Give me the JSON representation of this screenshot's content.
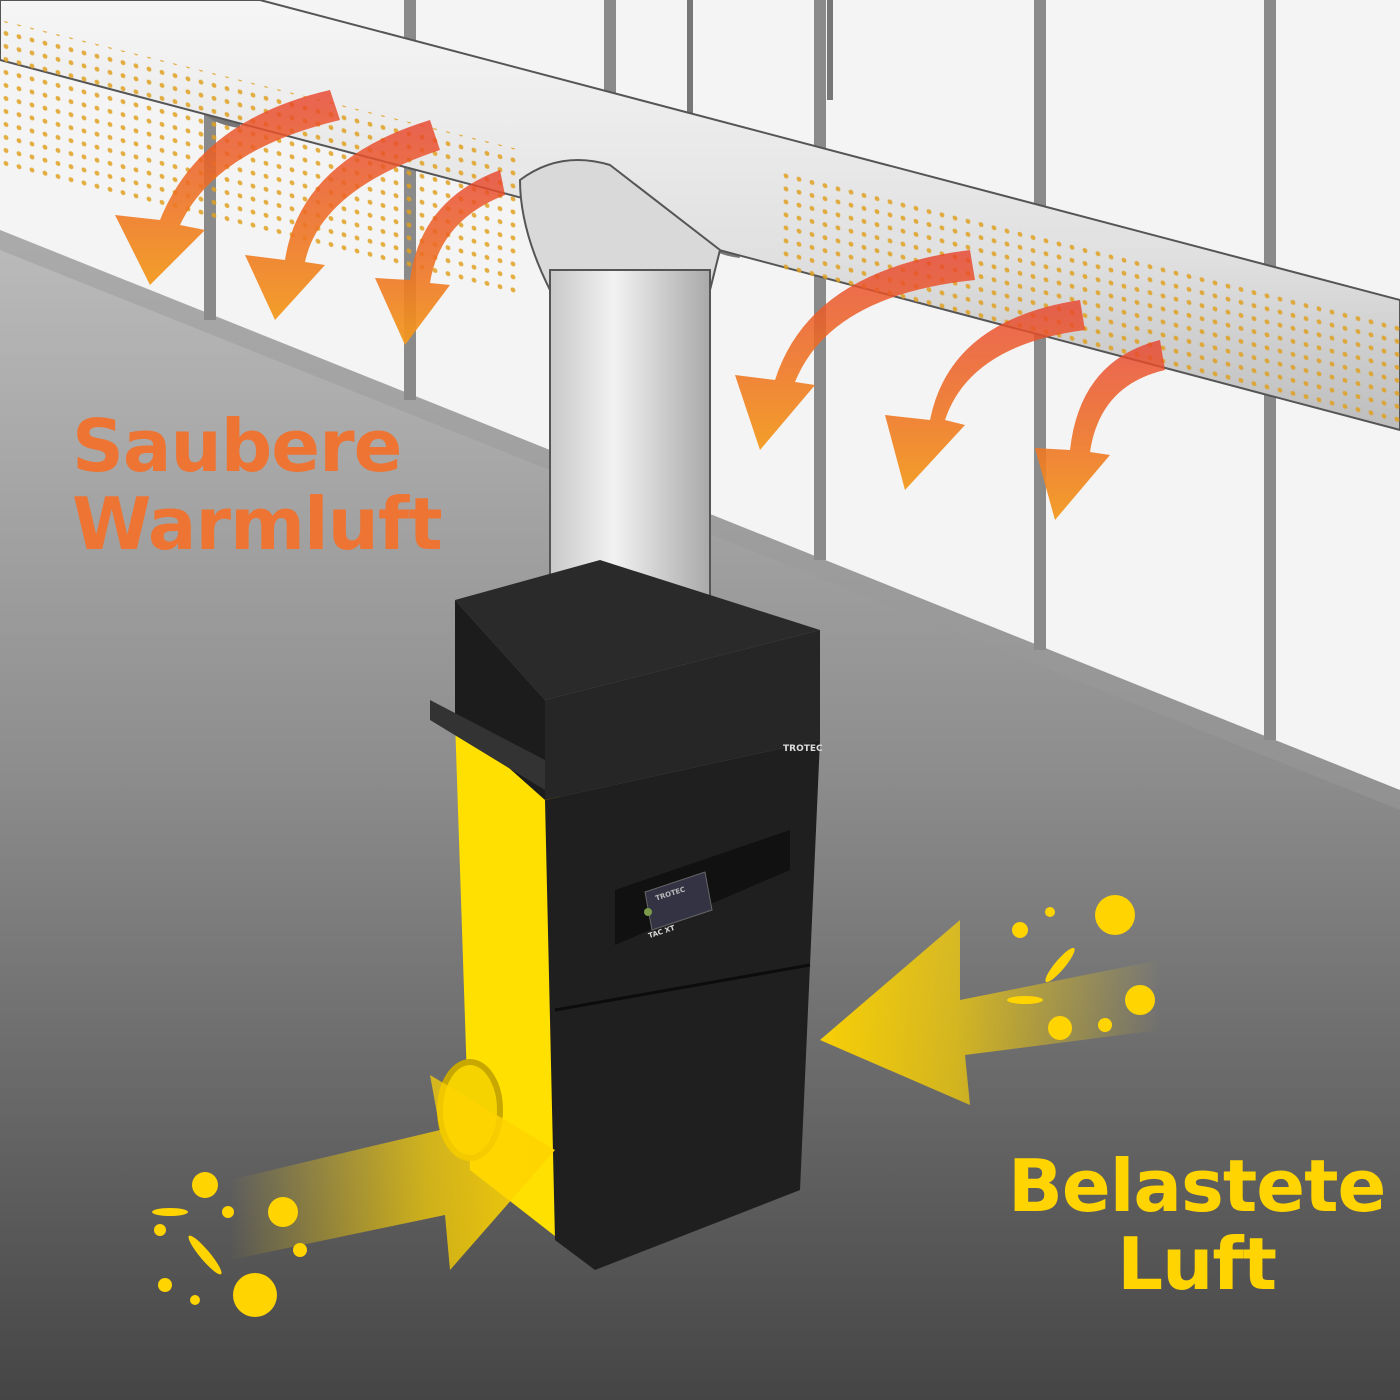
{
  "labels": {
    "clean_air_line1": "Saubere",
    "clean_air_line2": "Warmluft",
    "polluted_air_line1": "Belastete",
    "polluted_air_line2": "Luft"
  },
  "device": {
    "brand": "TROTEC",
    "model": "TAC XT",
    "screen_brand": "TROTEC"
  },
  "colors": {
    "clean_air": "#ee7433",
    "polluted_air": "#ffd400",
    "device_body": "#1e1e1e",
    "device_side": "#ffe000",
    "pipe": "#e2e2e2"
  }
}
